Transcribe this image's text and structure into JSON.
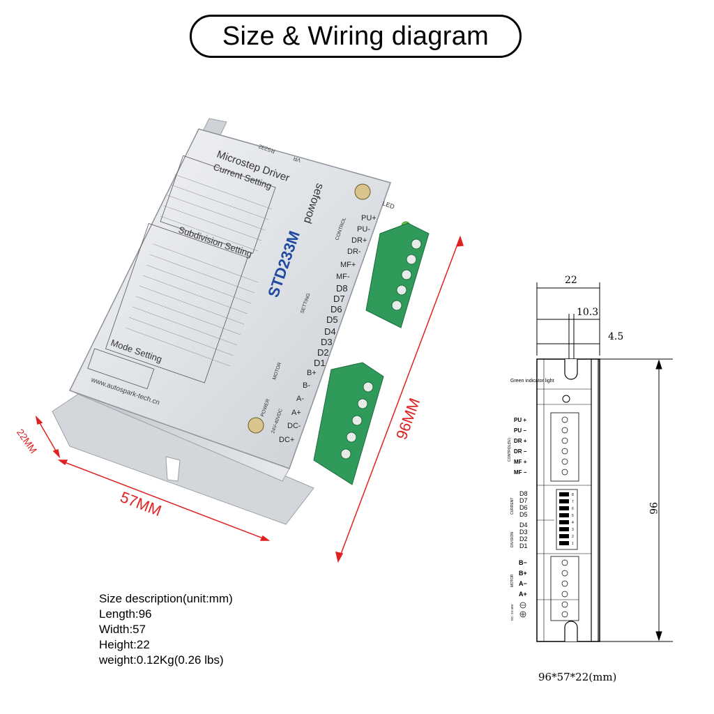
{
  "title": "Size & Wiring diagram",
  "product": {
    "model": "STD233M",
    "brand_mirrored": "sefowod",
    "header": "Microstep Driver",
    "current_setting_title": "Current Setting",
    "subdivision_setting_title": "Subdivision Setting",
    "mode_setting_title": "Mode Setting",
    "website": "www.autospark-tech.cn",
    "rs232_label": "RS232",
    "vr_label": "VR",
    "led_label": "LED",
    "control_label": "CONTROL",
    "setting_label": "SETTING",
    "motor_label": "MOTOR",
    "power_label": "POWER",
    "voltage_label": "24V-40VDC",
    "control_pins": [
      "PU+",
      "PU-",
      "DR+",
      "DR-",
      "MF+",
      "MF-"
    ],
    "dip_pins": [
      "D8",
      "D7",
      "D6",
      "D5",
      "D4",
      "D3",
      "D2",
      "D1"
    ],
    "motor_pins": [
      "B+",
      "B-",
      "A-",
      "A+"
    ],
    "power_pins": [
      "DC-",
      "DC+"
    ]
  },
  "dimensions": {
    "height_label": "22MM",
    "width_label": "57MM",
    "length_label": "96MM",
    "color": "#e02020"
  },
  "size_description": {
    "heading": "Size description(unit:mm)",
    "length": "Length:96",
    "width": "Width:57",
    "height": "Height:22",
    "weight": "weight:0.12Kg(0.26 lbs)"
  },
  "drawing": {
    "dim_top": "22",
    "dim_mid": "10.3",
    "dim_small": "4.5",
    "dim_length": "96",
    "led_label": "Green indicator light",
    "control_group": "CONTROL(5V)",
    "control_pins": [
      "PU +",
      "PU −",
      "DR +",
      "DR −",
      "MF +",
      "MF −"
    ],
    "current_group": "CURRENT",
    "current_pins": [
      "D8",
      "D7",
      "D6",
      "D5"
    ],
    "division_group": "DIVISION",
    "division_pins": [
      "D4",
      "D3",
      "D2",
      "D1"
    ],
    "switch_numbers": [
      "8",
      "7",
      "6",
      "5",
      "4",
      "3",
      "2",
      "1"
    ],
    "motor_group": "MOTOR",
    "motor_pins": [
      "B−",
      "B+",
      "A−",
      "A+"
    ],
    "power_group": "DC: 24-40V",
    "caption": "96*57*22(mm)"
  }
}
